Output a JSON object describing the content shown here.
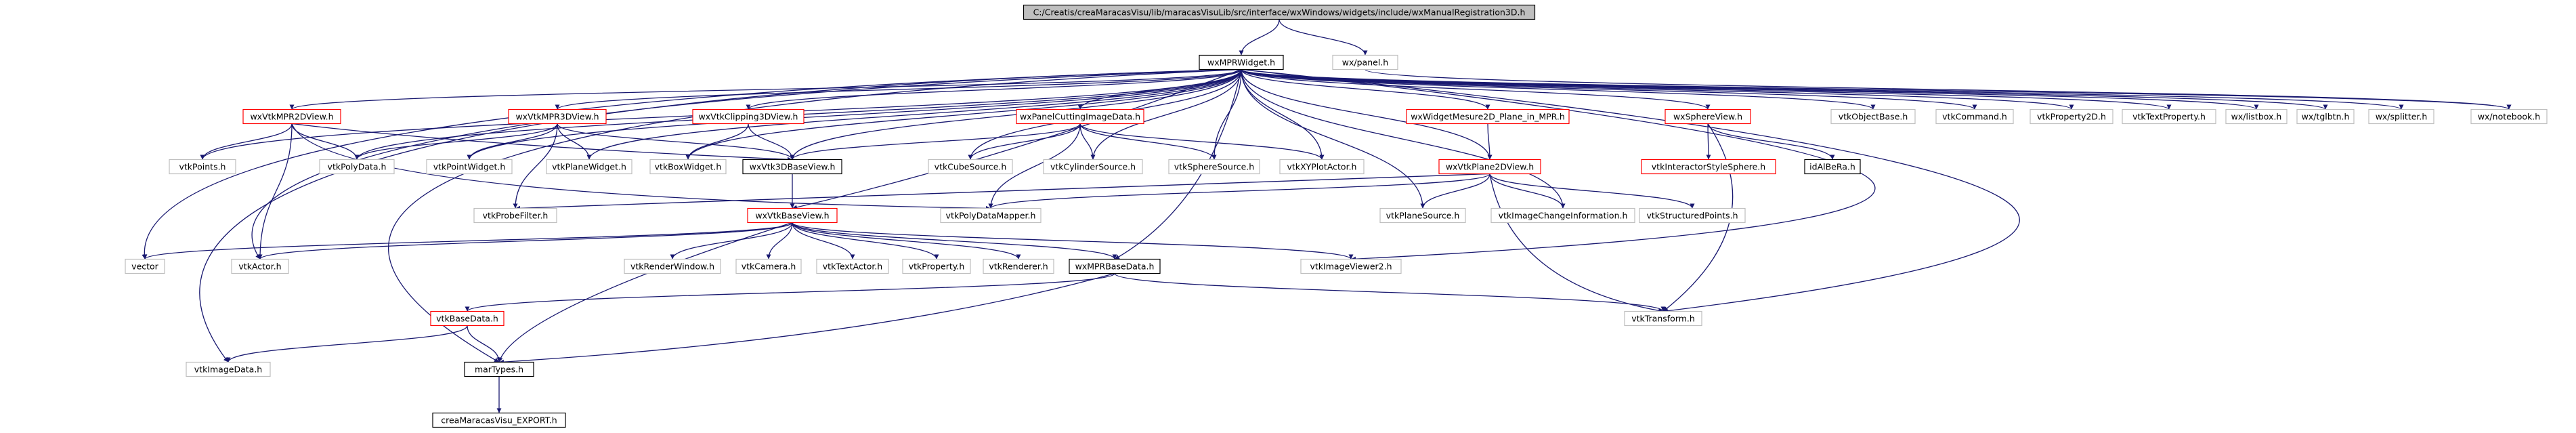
{
  "colors": {
    "background": "#ffffff",
    "edge": "#191970",
    "node_fill": "#ffffff",
    "node_border": "#bfbfbf",
    "node_border_highlight": "#ff0000",
    "node_border_strong": "#000000",
    "root_fill": "#bfbfbf",
    "root_border": "#000000"
  },
  "nodes": {
    "root": "C:/Creatis/creaMaracasVisu/lib/maracasVisuLib/src/interface/wxWindows/widgets/include/wxManualRegistration3D.h",
    "wxmprwidget": "wxMPRWidget.h",
    "wxpanel": "wx/panel.h",
    "wxvtkmpr2dview": "wxVtkMPR2DView.h",
    "wxvtkmpr3dview": "wxVtkMPR3DView.h",
    "wxvtkclipping3dview": "wxVtkClipping3DView.h",
    "wxpanelcuttingimagedata": "wxPanelCuttingImageData.h",
    "wxwidgetmesure2d": "wxWidgetMesure2D_Plane_in_MPR.h",
    "wxsphereview": "wxSphereView.h",
    "vtkobjectbase": "vtkObjectBase.h",
    "vtkcommand": "vtkCommand.h",
    "vtkproperty2d": "vtkProperty2D.h",
    "vtktextproperty": "vtkTextProperty.h",
    "wxlistbox": "wx/listbox.h",
    "wxtglbtn": "wx/tglbtn.h",
    "wxsplitter": "wx/splitter.h",
    "wxnotebook": "wx/notebook.h",
    "vtkpoints": "vtkPoints.h",
    "vtkpolydata": "vtkPolyData.h",
    "vtkpointwidget": "vtkPointWidget.h",
    "vtkplanewidget": "vtkPlaneWidget.h",
    "vtkboxwidget": "vtkBoxWidget.h",
    "wxvtk3dbaseview": "wxVtk3DBaseView.h",
    "vtkcubesource": "vtkCubeSource.h",
    "vtkcylindersource": "vtkCylinderSource.h",
    "vtkspheresource": "vtkSphereSource.h",
    "vtkxyplotactor": "vtkXYPlotActor.h",
    "wxvtkplane2dview": "wxVtkPlane2DView.h",
    "vtkinteractorstylesphere": "vtkInteractorStyleSphere.h",
    "idalbera": "idAlBeRa.h",
    "vtkprobefilter": "vtkProbeFilter.h",
    "vtkpolydatamapper": "vtkPolyDataMapper.h",
    "vtkplanesource": "vtkPlaneSource.h",
    "vtkimagechangeinformation": "vtkImageChangeInformation.h",
    "vtkstructuredpoints": "vtkStructuredPoints.h",
    "wxvtkbaseview": "wxVtkBaseView.h",
    "vector": "vector",
    "vtkactor": "vtkActor.h",
    "vtkrenderwindow": "vtkRenderWindow.h",
    "vtkcamera": "vtkCamera.h",
    "vtktextactor": "vtkTextActor.h",
    "vtkproperty": "vtkProperty.h",
    "vtkrenderer": "vtkRenderer.h",
    "wxmprbasedata": "wxMPRBaseData.h",
    "vtkimageviewer2": "vtkImageViewer2.h",
    "vtkbasedata": "vtkBaseData.h",
    "vtktransform": "vtkTransform.h",
    "vtkimagedata": "vtkImageData.h",
    "martypes": "marTypes.h",
    "creamaracasvisuexport": "creaMaracasVisu_EXPORT.h"
  }
}
